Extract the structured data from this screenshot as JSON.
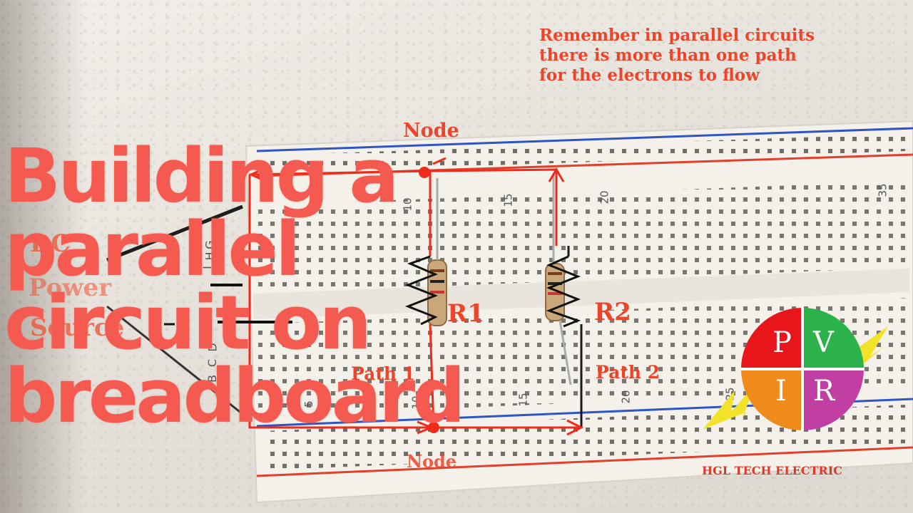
{
  "annotations": {
    "remember_lines": [
      "Remember in parallel circuits",
      "there is more than one path",
      "for the electrons to flow"
    ],
    "node_top": "Node",
    "node_bottom": "Node",
    "r1": "R1",
    "r2": "R2",
    "path1": "Path 1",
    "path2": "Path 2",
    "dc": "DC",
    "power": "Power",
    "source": "Source"
  },
  "headline": {
    "lines": [
      "Building a",
      "parallel",
      "circuit on",
      "breadboard"
    ]
  },
  "logo": {
    "letters": {
      "p": "P",
      "v": "V",
      "i": "I",
      "r": "R"
    },
    "colors": {
      "p": "#e8161b",
      "v": "#2bb24a",
      "i": "#f08a1b",
      "r": "#c13fa2",
      "bolt": "#f3e22a"
    },
    "brand": "HGL TECH ELECTRIC"
  },
  "breadboard_labels": {
    "row_letters": [
      "G",
      "H",
      "I"
    ],
    "lower_letters": [
      "D",
      "C",
      "B"
    ],
    "column_numbers_top": [
      "10",
      "15",
      "20",
      "35"
    ],
    "column_numbers_bottom": [
      "5",
      "10",
      "15",
      "20",
      "25"
    ]
  },
  "colors": {
    "annotation_red": "#f0442a",
    "headline_coral": "#f45a4f",
    "rail_blue": "#2f55c4",
    "rail_red": "#e0402c"
  }
}
